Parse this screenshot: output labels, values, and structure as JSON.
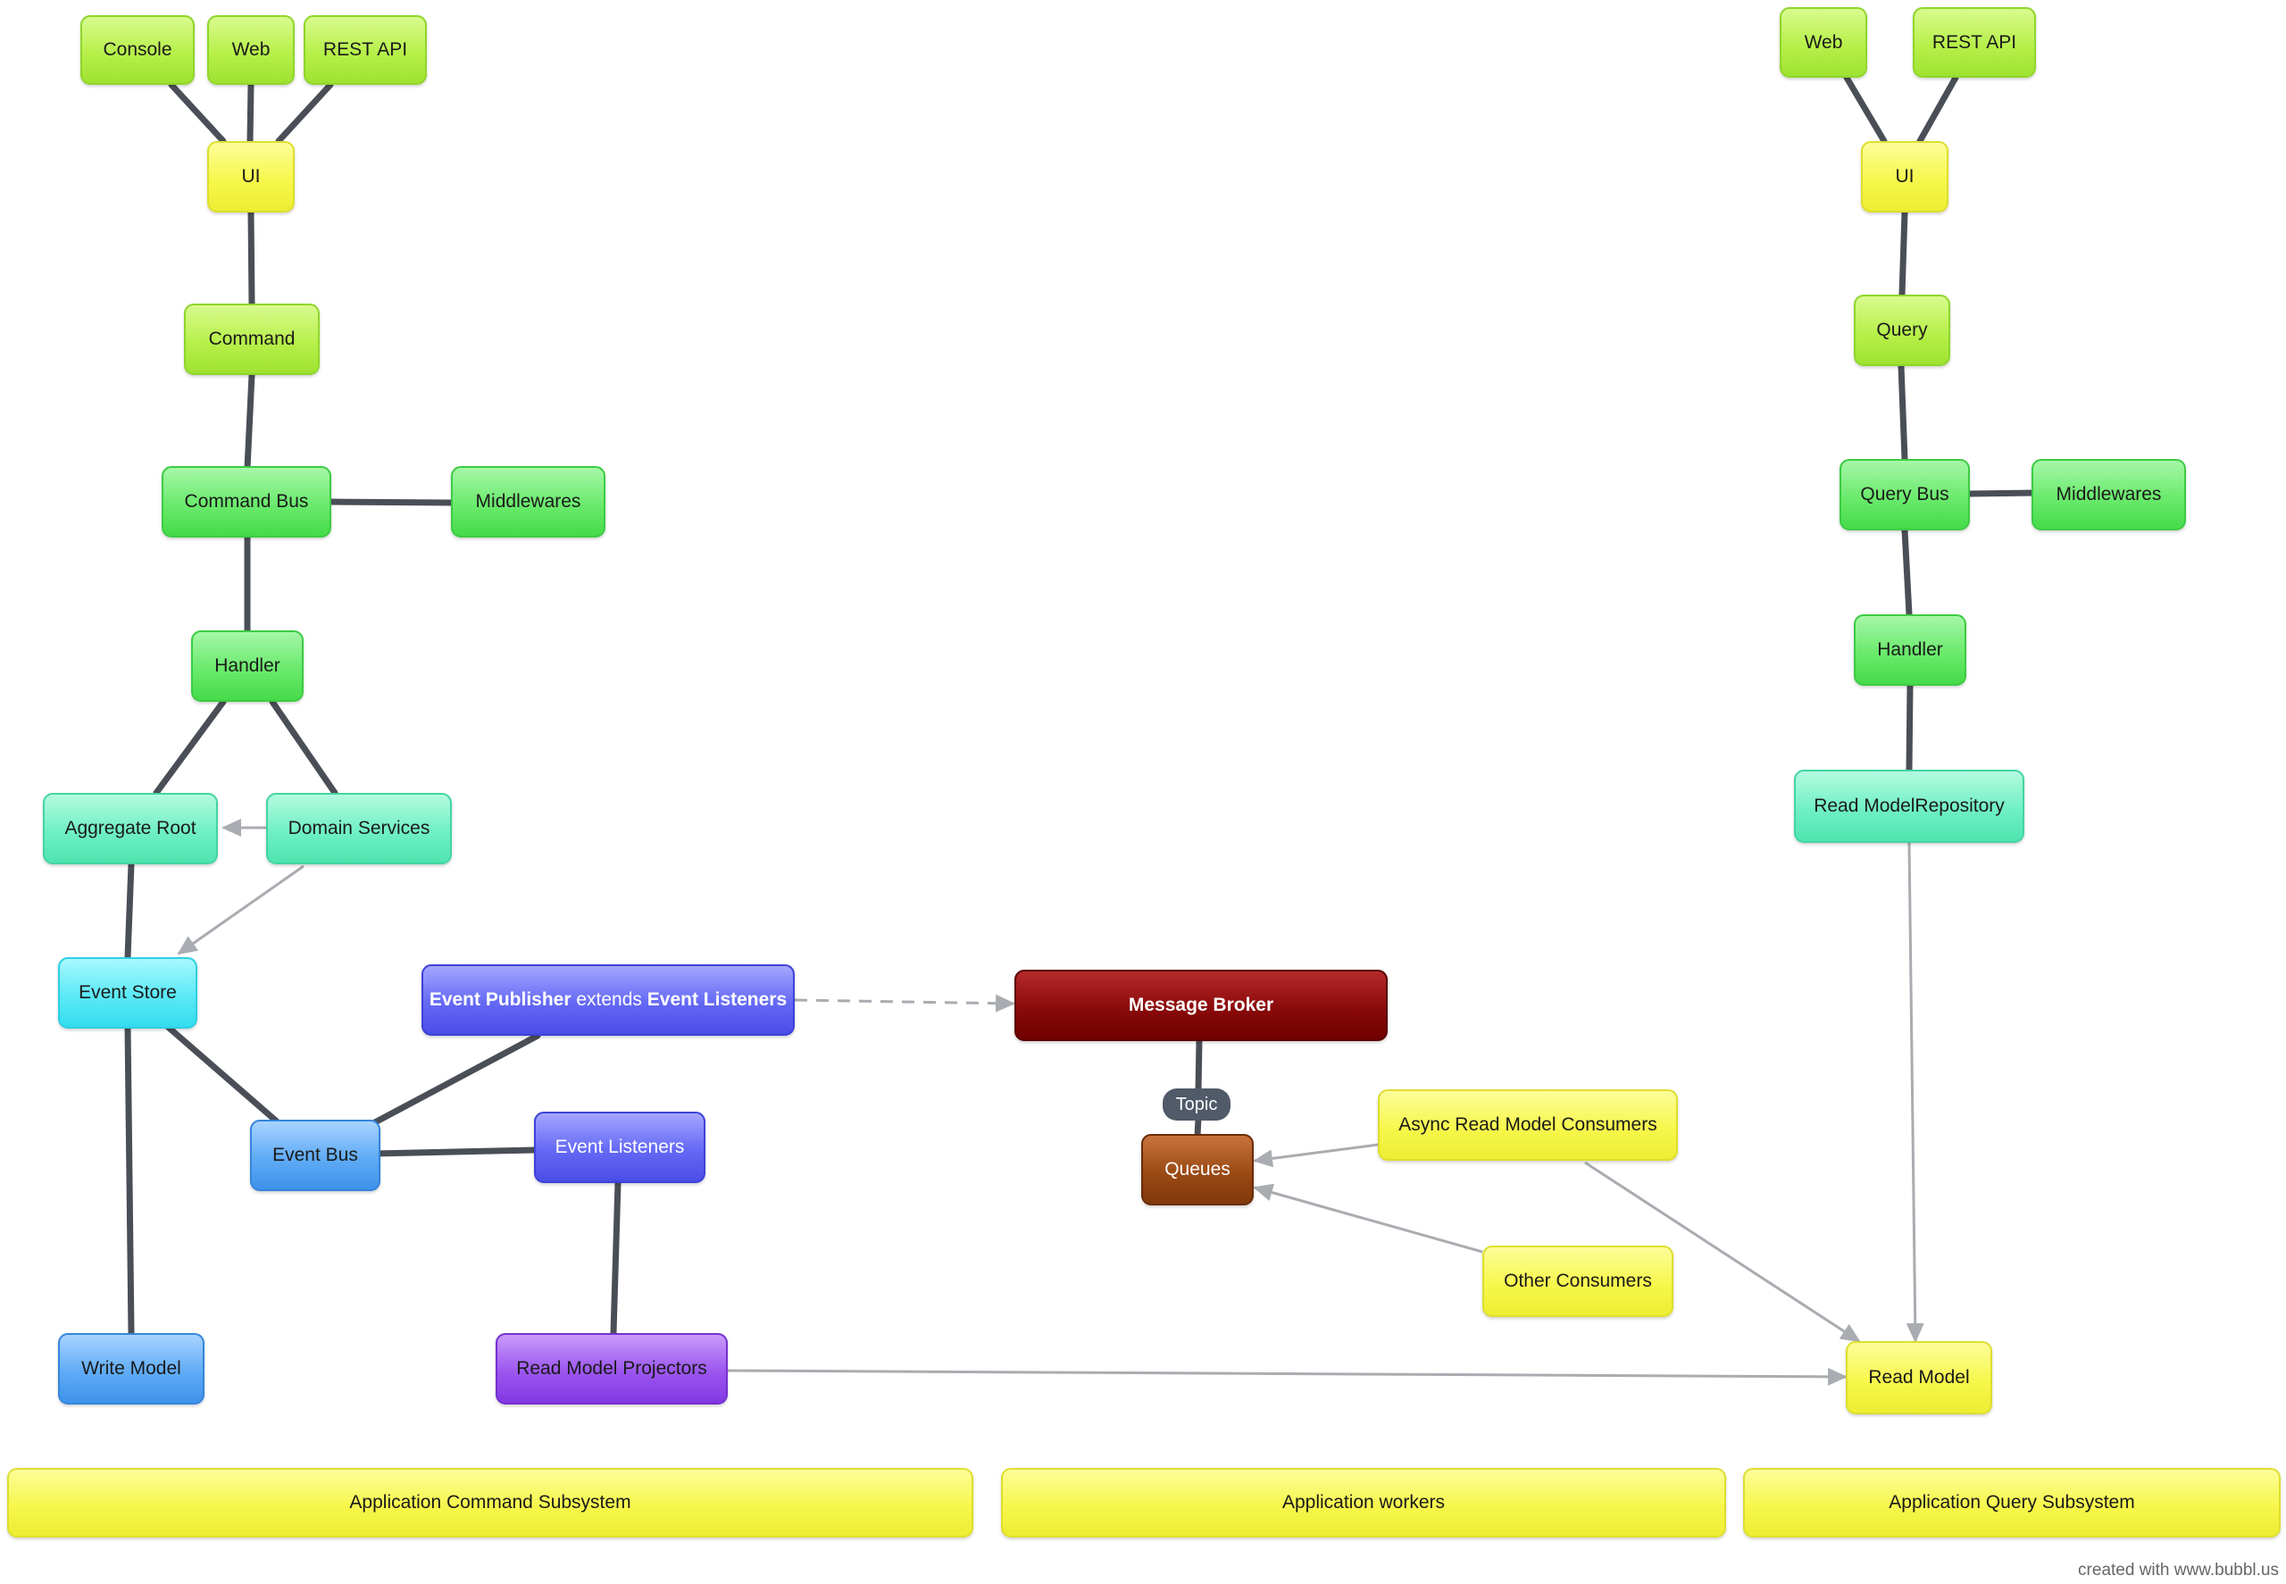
{
  "nodes": {
    "cmd_console": "Console",
    "cmd_web": "Web",
    "cmd_rest": "REST API",
    "cmd_ui": "UI",
    "cmd_command": "Command",
    "cmd_bus": "Command Bus",
    "cmd_middlewares": "Middlewares",
    "cmd_handler": "Handler",
    "aggregate_root": "Aggregate Root",
    "domain_services": "Domain Services",
    "event_store": "Event Store",
    "event_publisher_a": "Event Publisher",
    "event_publisher_b": " extends ",
    "event_publisher_c": "Event Listeners",
    "event_bus": "Event Bus",
    "event_listeners": "Event Listeners",
    "write_model": "Write Model",
    "read_model_projectors": "Read Model Projectors",
    "message_broker": "Message Broker",
    "topic": "Topic",
    "queues": "Queues",
    "async_consumers": "Async Read Model Consumers",
    "other_consumers": "Other Consumers",
    "q_web": "Web",
    "q_rest": "REST API",
    "q_ui": "UI",
    "q_query": "Query",
    "q_bus": "Query Bus",
    "q_middlewares": "Middlewares",
    "q_handler": "Handler",
    "read_model_repository": "Read ModelRepository",
    "read_model": "Read Model"
  },
  "groups": {
    "command": "Application Command Subsystem",
    "workers": "Application workers",
    "query": "Application Query Subsystem"
  },
  "credit": "created with www.bubbl.us",
  "colors": {
    "connector": "#4a4f57",
    "arrow": "#a9acb0",
    "lime": "#b7f04a",
    "yellow": "#f7f74c",
    "green": "#6aea6c",
    "mint": "#6ff0c4",
    "cyan": "#5ae9f6",
    "blue": "#5fabf6",
    "indigo": "#6468f4",
    "purple": "#9b55ee",
    "dark_red": "#8a0a0a",
    "brown": "#9b4a14"
  }
}
